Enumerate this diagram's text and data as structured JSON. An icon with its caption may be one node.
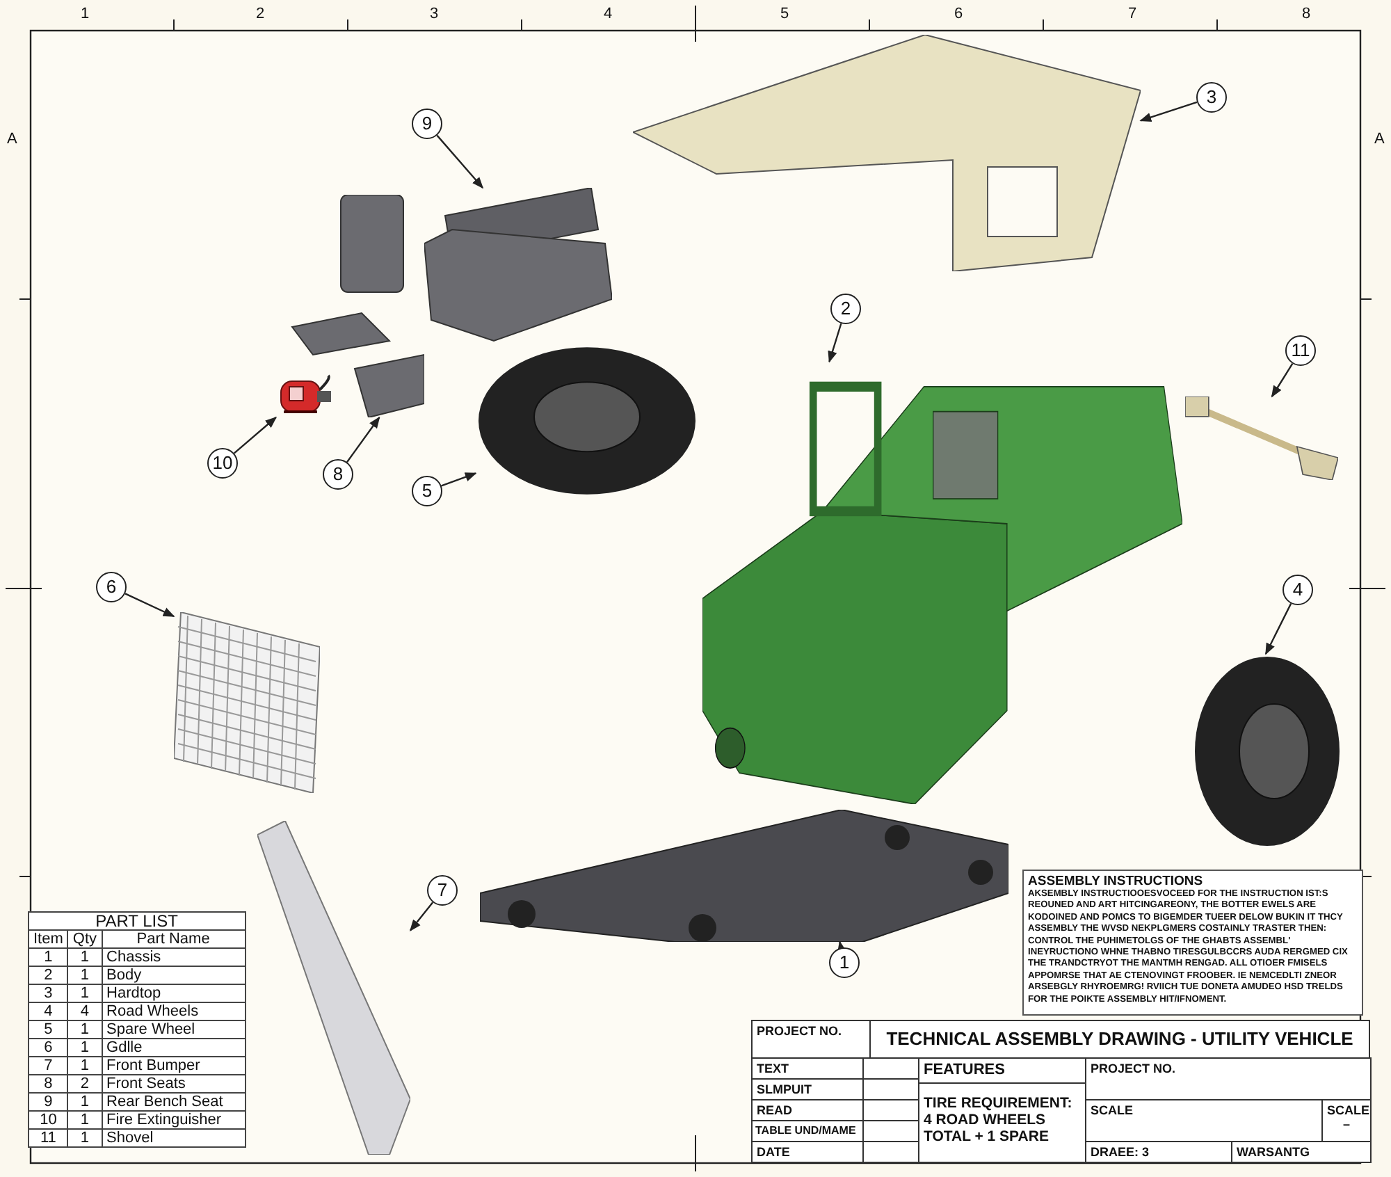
{
  "diagram": {
    "title": "TECHNICAL ASSEMBLY DRAWING - UTILITY VEHICLE",
    "nodes": [
      {
        "text": [
          "1"
        ]
      },
      {
        "text": [
          "2"
        ]
      },
      {
        "text": [
          "3"
        ]
      },
      {
        "text": [
          "4"
        ]
      },
      {
        "text": [
          "5"
        ]
      },
      {
        "text": [
          "6"
        ]
      },
      {
        "text": [
          "7"
        ]
      },
      {
        "text": [
          "8"
        ]
      },
      {
        "text": [
          "9"
        ]
      },
      {
        "text": [
          "10"
        ]
      },
      {
        "text": [
          "11"
        ]
      },
      {
        "text": [],
        "shape": "picture"
      },
      {
        "text": [],
        "shape": "picture"
      },
      {
        "text": [],
        "shape": "picture"
      },
      {
        "text": [],
        "shape": "picture"
      },
      {
        "text": [],
        "shape": "picture"
      },
      {
        "text": [],
        "shape": "picture"
      },
      {
        "text": [],
        "shape": "picture"
      },
      {
        "text": [],
        "shape": "picture"
      },
      {
        "text": [],
        "shape": "picture"
      },
      {
        "text": [],
        "shape": "picture"
      },
      {
        "text": [],
        "shape": "picture"
      }
    ],
    "edges": [
      {
        "from": 0,
        "to": 11,
        "arrow": "to"
      },
      {
        "from": 1,
        "to": 12,
        "arrow": "to"
      },
      {
        "from": 2,
        "to": 13,
        "arrow": "to"
      },
      {
        "from": 3,
        "to": 14,
        "arrow": "to"
      },
      {
        "from": 4,
        "to": 15,
        "arrow": "to"
      },
      {
        "from": 5,
        "to": 16,
        "arrow": "to"
      },
      {
        "from": 6,
        "to": 17,
        "arrow": "to"
      },
      {
        "from": 7,
        "to": 18,
        "arrow": "to"
      },
      {
        "from": 8,
        "to": 19,
        "arrow": "to"
      },
      {
        "from": 9,
        "to": 20,
        "arrow": "to"
      },
      {
        "from": 10,
        "to": 21,
        "arrow": "to"
      }
    ],
    "labels": [
      "1",
      "2",
      "3",
      "4",
      "5",
      "6",
      "7",
      "8",
      "A",
      "A",
      "PART LIST",
      "Item",
      "Qty",
      "Part Name",
      "1",
      "1",
      "Chassis",
      "2",
      "1",
      "Body",
      "3",
      "1",
      "Hardtop",
      "4",
      "4",
      "Road Wheels",
      "5",
      "1",
      "Spare Wheel",
      "6",
      "1",
      "Gdlle",
      "7",
      "1",
      "Front Bumper",
      "8",
      "2",
      "Front Seats",
      "9",
      "1",
      "Rear Bench Seat",
      "10",
      "1",
      "Fire Extinguisher",
      "11",
      "1",
      "Shovel",
      "ASSEMBLY INSTRUCTIONS",
      "AKSEMBLY INSTRUCTIOOESVOCEED FOR THE INSTRUCTION IST:S REOUNED AND ART HITCINGAREONY, THE BOTTER EWELS ARE KODOINED AND POMCS TO BIGEMDER TUEER DELOW BUKIN IT THCY ASSEMBLY THE WVSD NEKPLGMERS COSTAINLY TRASTER THEN: CONTROL THE PUHIMETOLGS OF THE GHABTS ASSEMBL' INEYRUCTIONO WHNE THABNO TIRESGULBCCRS AUDA RERGMED CIX THE TRANDCTRYOT THE MANTMH RENGAD. ALL OTIOER FMISELS APPOMRSE THAT AE CTENOVINGT FROOBER. IE NEMCEDLTI ZNEOR ARSEBGLY RHYROEMRG! RVIICH TUE DONETA AMUDEO HSD TRELDS FOR THE POIKTE ASSEMBLY HIT/IFNOMENT.",
      "PROJECT NO.",
      "TEXT",
      "FEATURES",
      "PROJECT NO.",
      "SLMPUIT",
      "TIRE REQUIREMENT: 4 ROAD WHEELS TOTAL + 1 SPARE",
      "READ",
      "SCALE",
      "SCALE",
      "–",
      "TABLE UND/MAME",
      "DATE",
      "DRAEE: 3",
      "WARSANTG"
    ]
  }
}
